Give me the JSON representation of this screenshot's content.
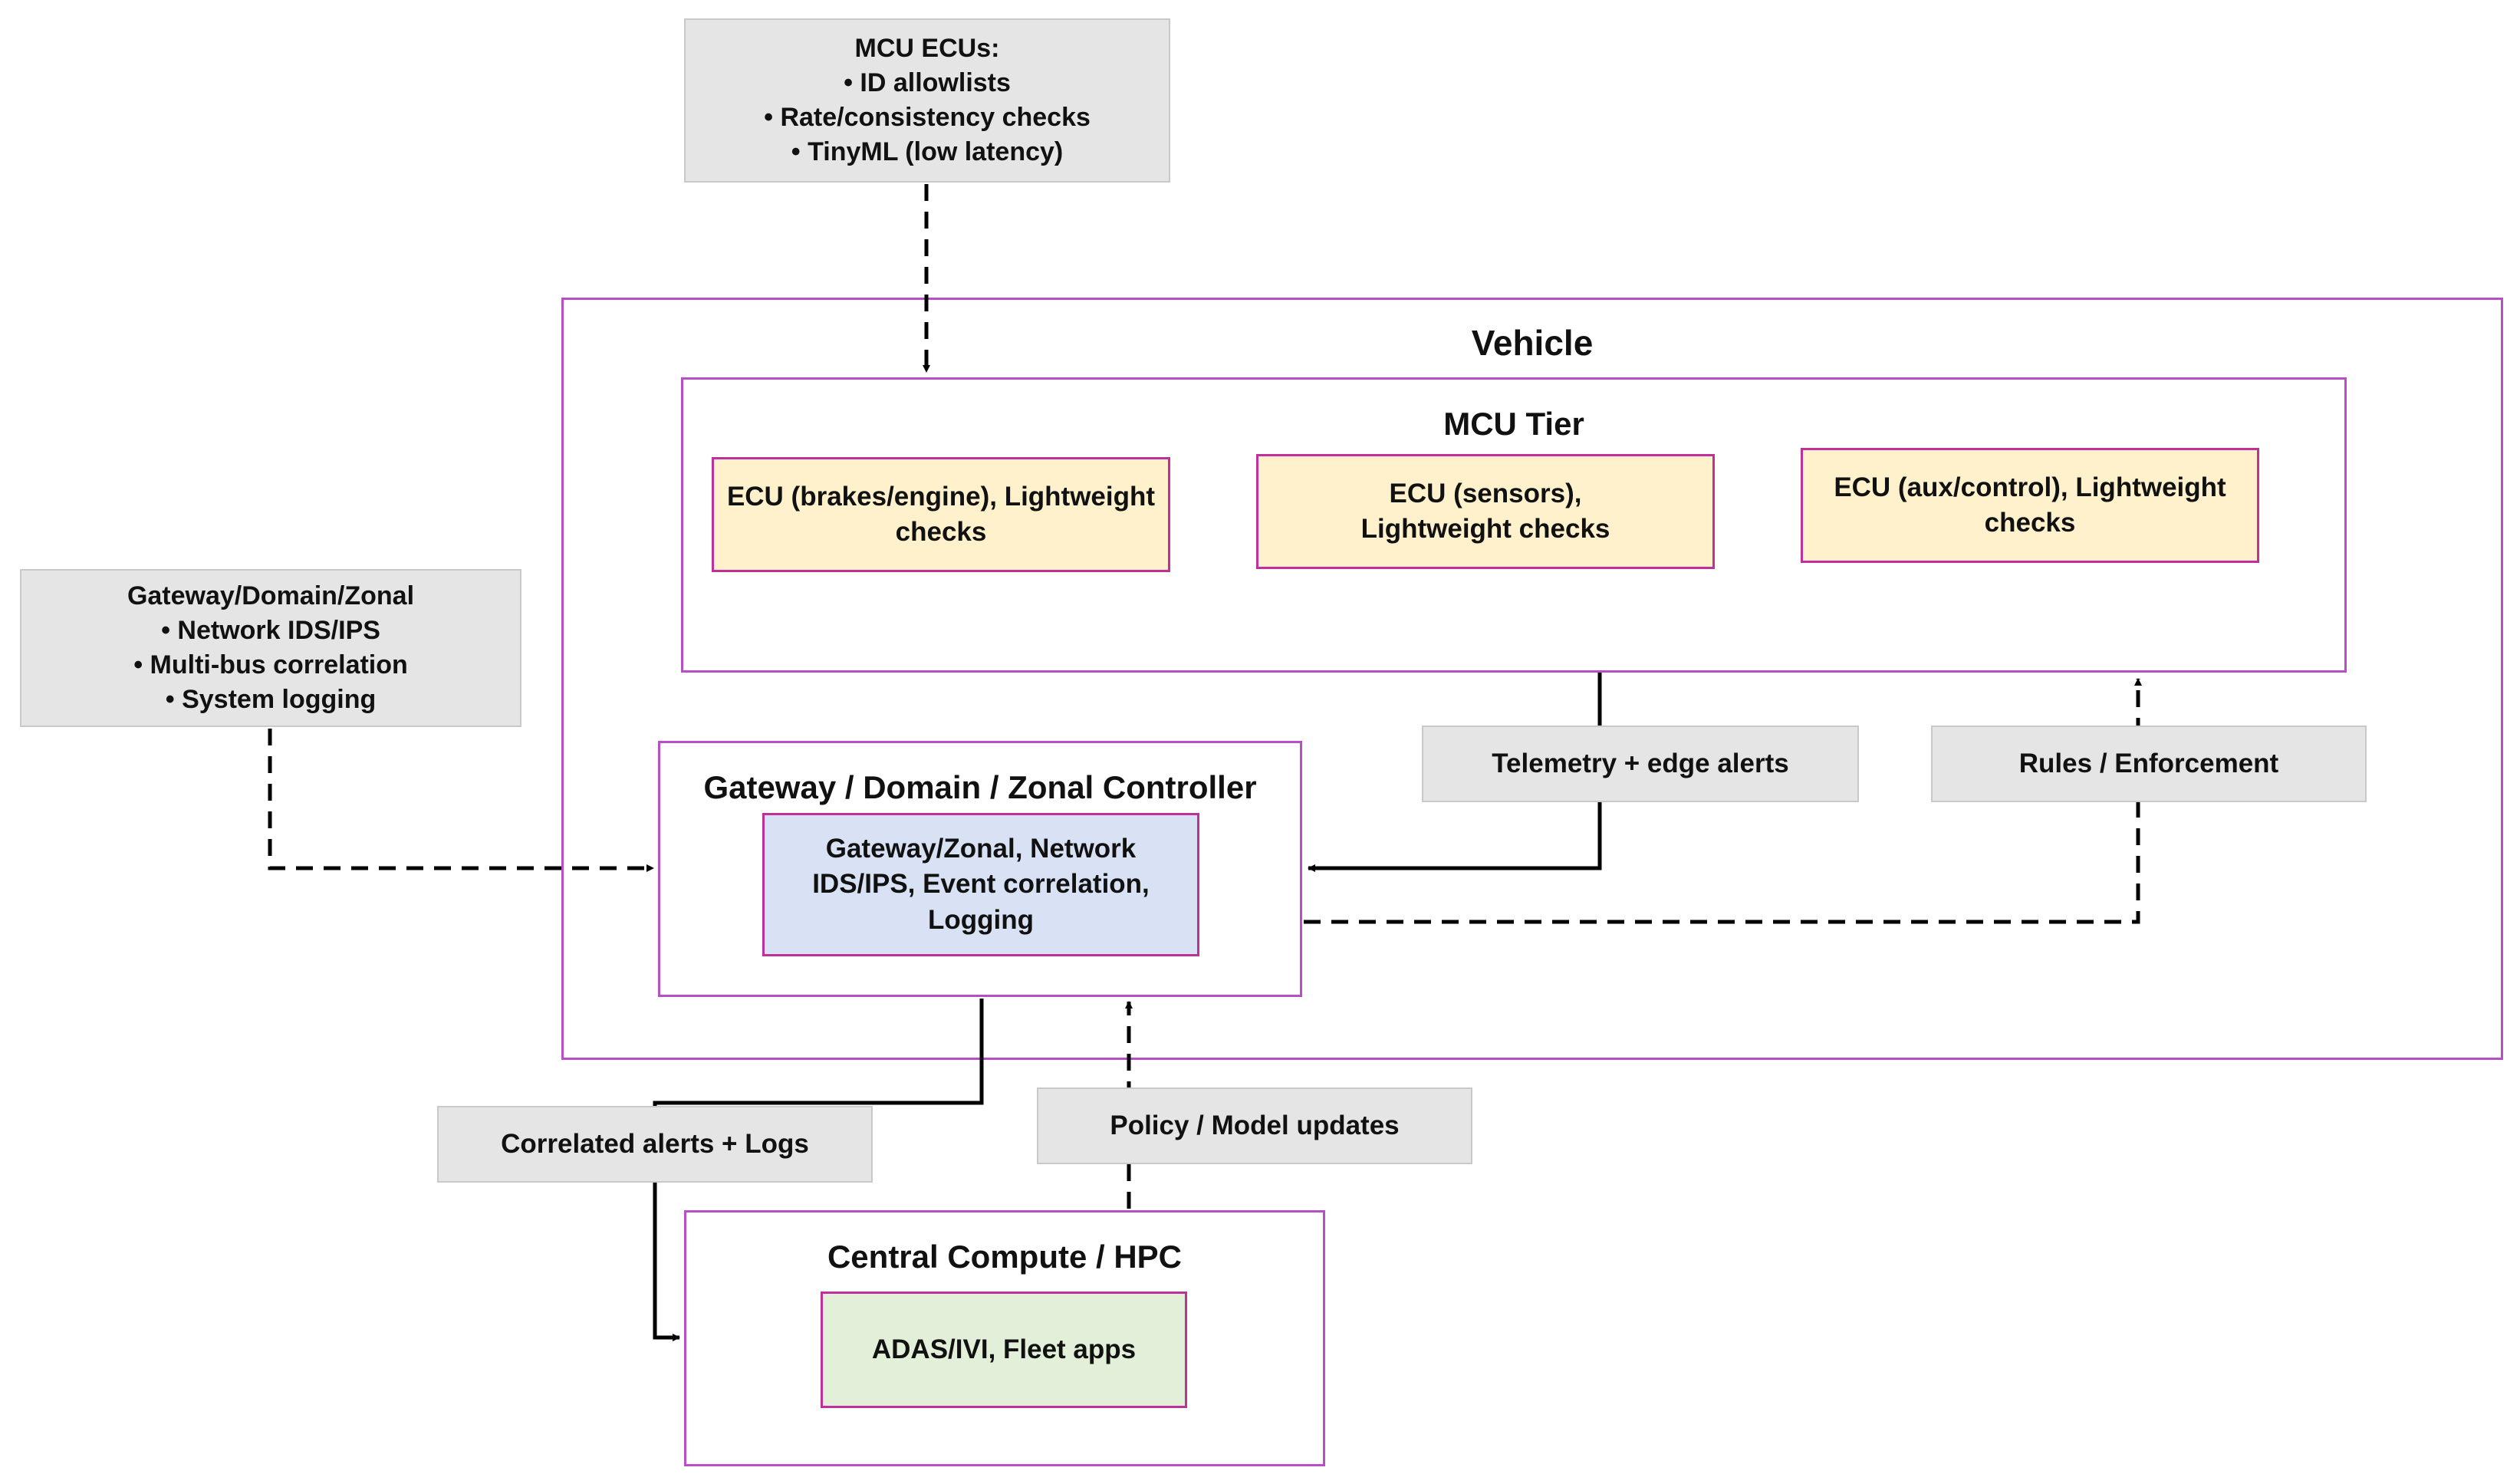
{
  "mcu_note": {
    "title": "MCU ECUs:",
    "items": [
      "• ID allowlists",
      "• Rate/consistency checks",
      "• TinyML (low latency)"
    ]
  },
  "gateway_note": {
    "title": "Gateway/Domain/Zonal",
    "items": [
      "• Network IDS/IPS",
      "• Multi-bus correlation",
      "• System logging"
    ]
  },
  "vehicle": {
    "title": "Vehicle",
    "mcu_tier": {
      "title": "MCU Tier",
      "ecus": [
        {
          "lines": [
            "ECU (brakes/engine), Lightweight",
            "checks"
          ]
        },
        {
          "lines": [
            "ECU (sensors),",
            "Lightweight checks"
          ]
        },
        {
          "lines": [
            "ECU (aux/control), Lightweight",
            "checks"
          ]
        }
      ]
    },
    "gateway": {
      "title": "Gateway / Domain / Zonal Controller",
      "inner_lines": [
        "Gateway/Zonal, Network",
        "IDS/IPS, Event correlation,",
        "Logging"
      ]
    }
  },
  "edge_labels": {
    "telemetry": "Telemetry + edge alerts",
    "rules": "Rules / Enforcement",
    "correlated": "Correlated alerts + Logs",
    "policy": "Policy / Model updates"
  },
  "central": {
    "title": "Central Compute / HPC",
    "inner": "ADAS/IVI, Fleet apps"
  }
}
